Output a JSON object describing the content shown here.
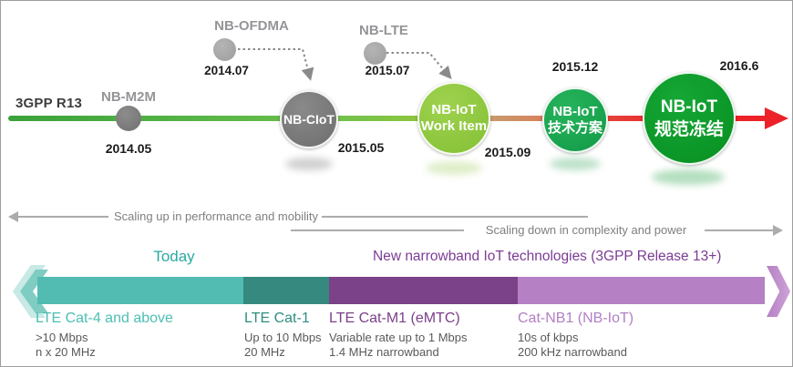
{
  "release_label": "3GPP R13",
  "timeline": {
    "milestones": {
      "nb_m2m": {
        "label": "NB-M2M",
        "date": "2014.05"
      },
      "nb_ciot": {
        "label": "NB-CIoT",
        "date": "2015.05"
      },
      "work_item": {
        "line1": "NB-IoT",
        "line2": "Work Item",
        "date": "2015.09"
      },
      "tech_plan": {
        "line1": "NB-IoT",
        "line2": "技术方案",
        "date": "2015.12"
      },
      "spec_freeze": {
        "line1": "NB-IoT",
        "line2": "规范冻结",
        "date": "2016.6"
      }
    },
    "callouts": {
      "nb_ofdma": {
        "label": "NB-OFDMA",
        "date": "2014.07"
      },
      "nb_lte": {
        "label": "NB-LTE",
        "date": "2015.07"
      }
    }
  },
  "scaling": {
    "up_label": "Scaling up in performance and mobility",
    "down_label": "Scaling down in complexity and power"
  },
  "banner": {
    "today_label": "Today",
    "new_tech_label": "New narrowband IoT technologies (3GPP Release 13+)",
    "categories": [
      {
        "title": "LTE Cat-4 and above",
        "detail1": ">10 Mbps",
        "detail2": "n x 20 MHz"
      },
      {
        "title": "LTE Cat-1",
        "detail1": "Up to 10 Mbps",
        "detail2": "20 MHz"
      },
      {
        "title": "LTE Cat-M1 (eMTC)",
        "detail1": "Variable rate up to 1 Mbps",
        "detail2": "1.4 MHz narrowband"
      },
      {
        "title": "Cat-NB1 (NB-IoT)",
        "detail1": "10s of kbps",
        "detail2": "200 kHz narrowband"
      }
    ]
  },
  "colors": {
    "teal_bar": "#52bcb2",
    "dark_teal_bar": "#35897e",
    "dark_purple_bar": "#7b4189",
    "light_purple_bar": "#b581c4",
    "work_item_green": "#8cc63f",
    "tech_plan_green": "#17a24e",
    "spec_freeze_green": "#0a9428",
    "gray_node": "#7a7a7a",
    "axis_red": "#ec2228"
  }
}
